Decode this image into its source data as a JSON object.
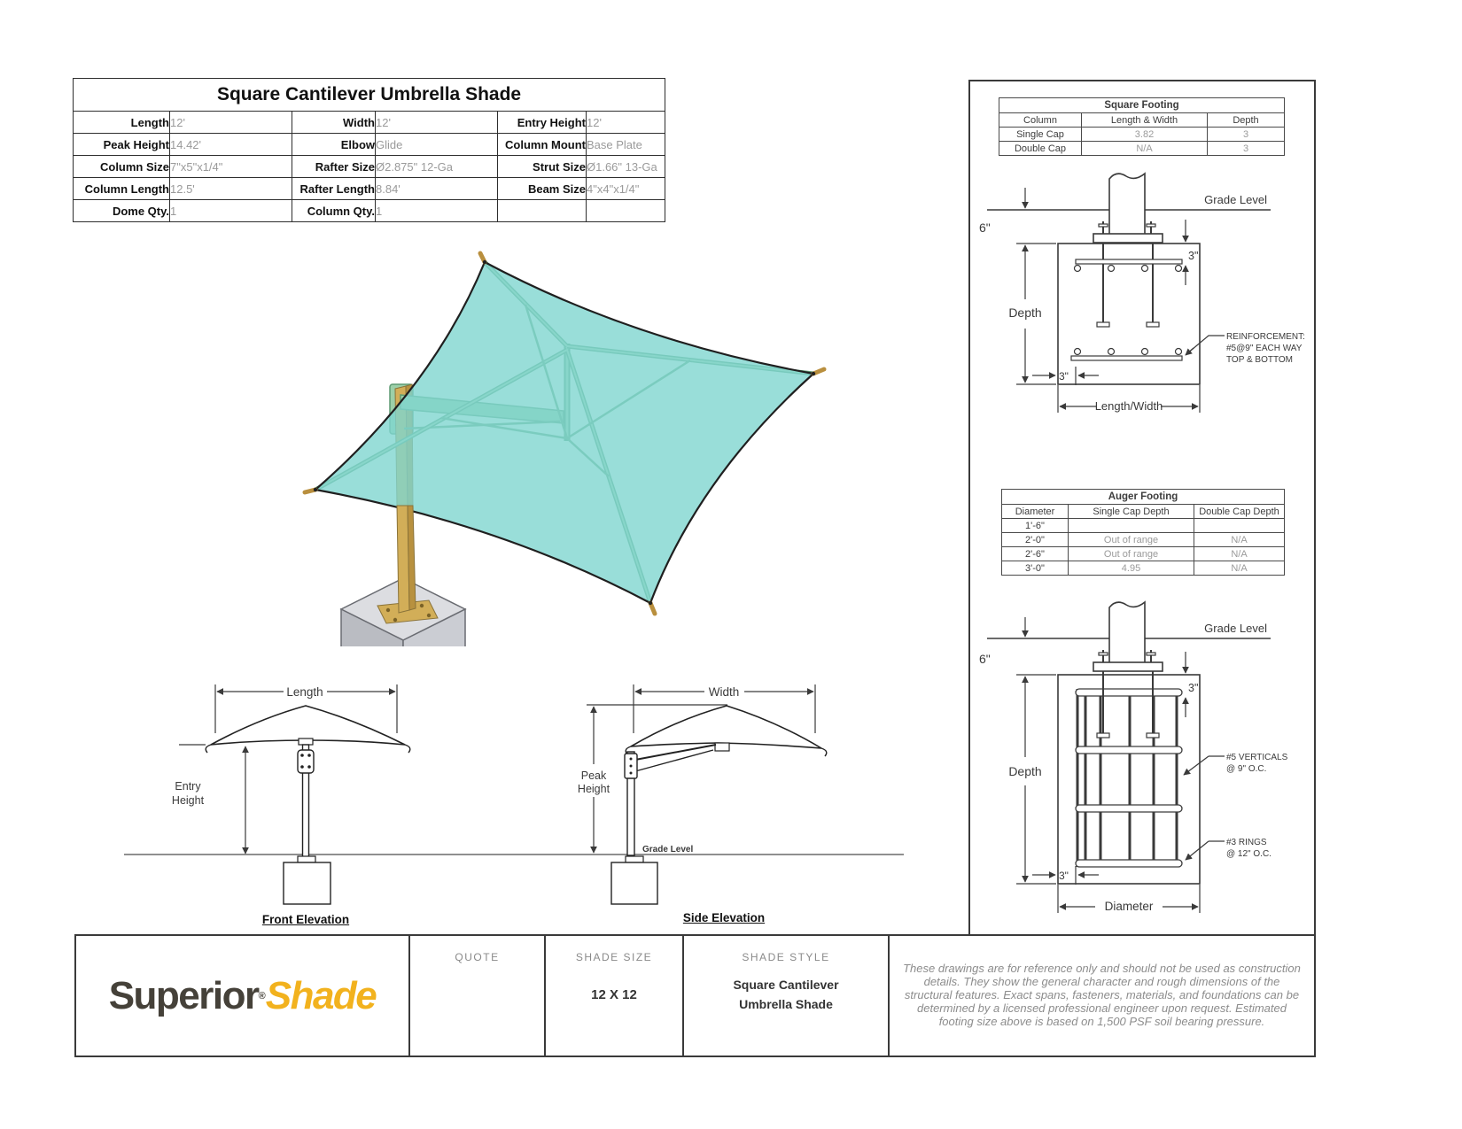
{
  "spec_table": {
    "title": "Square Cantilever Umbrella Shade",
    "rows": [
      {
        "l1": "Length",
        "v1": "12'",
        "l2": "Width",
        "v2": "12'",
        "l3": "Entry Height",
        "v3": "12'"
      },
      {
        "l1": "Peak Height",
        "v1": "14.42'",
        "l2": "Elbow",
        "v2": "Glide",
        "l3": "Column Mount",
        "v3": "Base Plate"
      },
      {
        "l1": "Column Size",
        "v1": "7\"x5\"x1/4\"",
        "l2": "Rafter Size",
        "v2": "Ø2.875\" 12-Ga",
        "l3": "Strut Size",
        "v3": "Ø1.66\" 13-Ga"
      },
      {
        "l1": "Column Length",
        "v1": "12.5'",
        "l2": "Rafter Length",
        "v2": "8.84'",
        "l3": "Beam Size",
        "v3": "4\"x4\"x1/4\""
      },
      {
        "l1": "Dome Qty.",
        "v1": "1",
        "l2": "Column Qty.",
        "v2": "1",
        "l3": "",
        "v3": ""
      }
    ]
  },
  "square_footing": {
    "title": "Square Footing",
    "col_headers": [
      "Column",
      "Length & Width",
      "Depth"
    ],
    "rows": [
      {
        "c0": "Single Cap",
        "c1": "3.82",
        "c2": "3"
      },
      {
        "c0": "Double Cap",
        "c1": "N/A",
        "c2": "3"
      }
    ],
    "diagram": {
      "grade": "Grade Level",
      "six": "6\"",
      "depth": "Depth",
      "three_top": "3\"",
      "three_bottom": "3\"",
      "bottom_dim": "Length/Width",
      "note1": "REINFORCEMENT:",
      "note2": "#5@9\" EACH WAY",
      "note3": "TOP & BOTTOM"
    }
  },
  "auger_footing": {
    "title": "Auger Footing",
    "col_headers": [
      "Diameter",
      "Single Cap Depth",
      "Double Cap Depth"
    ],
    "rows": [
      {
        "c0": "1'-6\"",
        "c1": "",
        "c2": ""
      },
      {
        "c0": "2'-0\"",
        "c1": "Out of range",
        "c2": "N/A"
      },
      {
        "c0": "2'-6\"",
        "c1": "Out of range",
        "c2": "N/A"
      },
      {
        "c0": "3'-0\"",
        "c1": "4.95",
        "c2": "N/A"
      }
    ],
    "diagram": {
      "grade": "Grade Level",
      "six": "6\"",
      "depth": "Depth",
      "three_top": "3\"",
      "three_bottom": "3\"",
      "bottom_dim": "Diameter",
      "note1a": "#5 VERTICALS",
      "note1b": "@ 9\" O.C.",
      "note2a": "#3 RINGS",
      "note2b": "@ 12\" O.C."
    }
  },
  "elevations": {
    "front": {
      "dim": "Length",
      "h1": "Entry",
      "h2": "Height",
      "caption": "Front Elevation"
    },
    "side": {
      "dim": "Width",
      "h1": "Peak",
      "h2": "Height",
      "grade": "Grade Level",
      "caption": "Side Elevation"
    }
  },
  "footer": {
    "logo_part1": "Superior",
    "logo_reg": "®",
    "logo_part2": "Shade",
    "quote_label": "QUOTE",
    "shade_size_label": "SHADE SIZE",
    "shade_size_value": "12 X 12",
    "shade_style_label": "SHADE STYLE",
    "shade_style_value": "Square Cantilever Umbrella Shade",
    "disclaimer": "These drawings are for reference only and should not be used as construction details. They show the general character and rough dimensions of the structural features. Exact spans, fasteners, materials, and foundations can be determined by a licensed professional engineer upon request. Estimated footing size above is based on 1,500 PSF soil bearing pressure."
  },
  "colors": {
    "canopy_teal": "#7fd6d0",
    "frame_green": "#5d9a72",
    "column_tan": "#d2ae58",
    "concrete_gray": "#c9cacf",
    "logo_dark": "#454139",
    "logo_yellow": "#f2b21e"
  }
}
